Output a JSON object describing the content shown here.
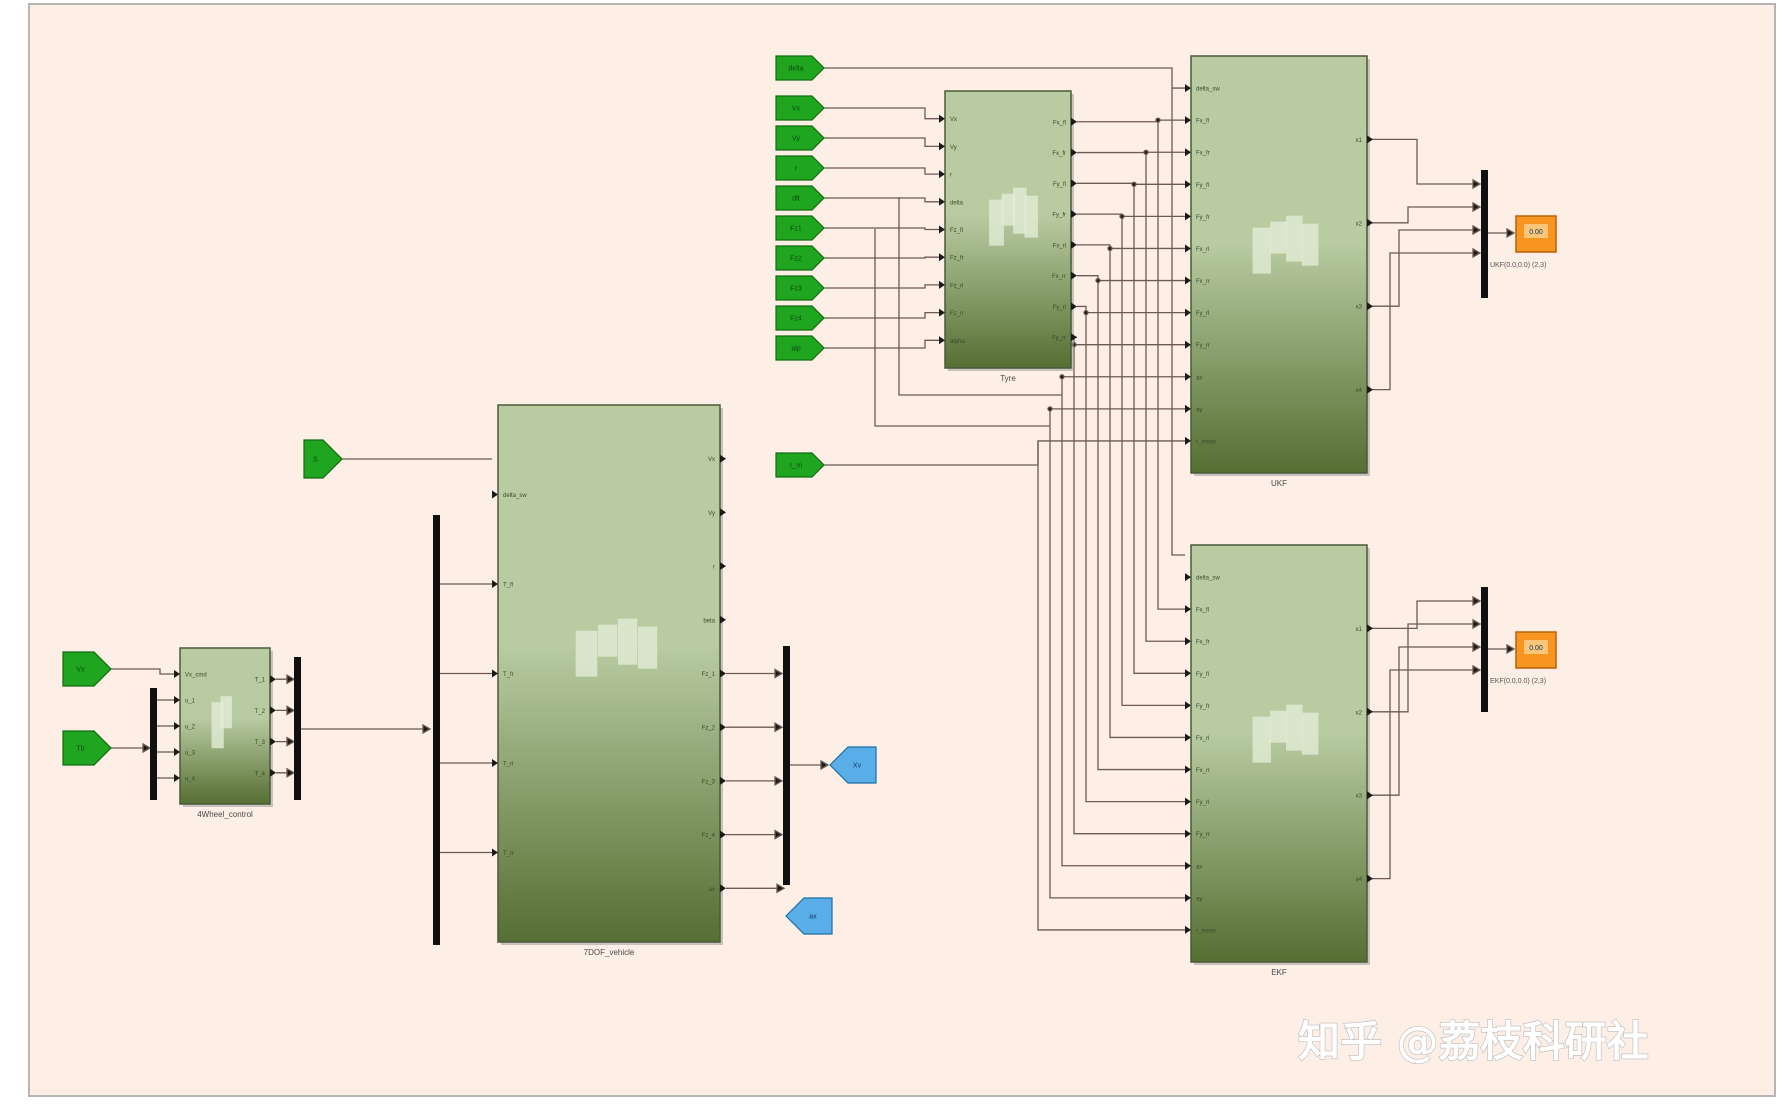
{
  "diagram": {
    "colors": {
      "background": "#fdeee6",
      "frame": "#b5b5b5",
      "wire": "#6d5a52",
      "block_top": "#b8cba1",
      "block_bottom": "#566f33",
      "from_tag": "#1fa51f",
      "goto_tag": "#5aaee8",
      "display": "#f79520",
      "bus": "#101010"
    },
    "watermark": "知乎 @荔枝科研社",
    "blocks": {
      "ctrl": {
        "name": "4Wheel_control",
        "inputs": [
          "Vx_cmd",
          "u_1",
          "u_2",
          "u_3",
          "u_4"
        ],
        "outputs": [
          "T_1",
          "T_2",
          "T_3",
          "T_4"
        ]
      },
      "veh": {
        "name": "7DOF_vehicle",
        "inputs": [
          "delta_sw",
          "T_fl",
          "T_fr",
          "T_rl",
          "T_rr"
        ],
        "outputs": [
          "Vx",
          "Vy",
          "r",
          "beta",
          "Fz_1",
          "Fz_2",
          "Fz_3",
          "Fz_4",
          "ax"
        ]
      },
      "tyre": {
        "name": "Tyre",
        "inputs": [
          "Vx",
          "Vy",
          "r",
          "delta",
          "Fz_fl",
          "Fz_fr",
          "Fz_rl",
          "Fz_rr",
          "alpha"
        ],
        "outputs": [
          "Fx_fl",
          "Fx_fr",
          "Fy_fl",
          "Fy_fr",
          "Fx_rl",
          "Fx_rr",
          "Fy_rl",
          "Fy_rr"
        ]
      },
      "ukf": {
        "name": "UKF",
        "inputs": [
          "delta_sw",
          "Fx_fl",
          "Fx_fr",
          "Fy_fl",
          "Fy_fr",
          "Fx_rl",
          "Fx_rr",
          "Fy_rl",
          "Fy_rr",
          "ax",
          "ay",
          "r_meas"
        ],
        "outputs": [
          "x1",
          "x2",
          "x3",
          "x4"
        ]
      },
      "ekf": {
        "name": "EKF",
        "inputs": [
          "delta_sw",
          "Fx_fl",
          "Fx_fr",
          "Fy_fl",
          "Fy_fr",
          "Fx_rl",
          "Fx_rr",
          "Fy_rl",
          "Fy_rr",
          "ax",
          "ay",
          "r_meas"
        ],
        "outputs": [
          "x1",
          "x2",
          "x3",
          "x4"
        ]
      }
    },
    "from_tags": {
      "left": [
        "Vx",
        "Tb"
      ],
      "steer": "S",
      "tyre_top": "delta",
      "tyre": [
        "Vx",
        "Vy",
        "r",
        "dlt",
        "Fz1",
        "Fz2",
        "Fz3",
        "Fz4",
        "alp"
      ],
      "ukf_bottom": "r_m"
    },
    "goto_tags": [
      "Xv",
      "ax"
    ],
    "displays": [
      {
        "label": "0.00",
        "caption": "UKF(0.0,0.0) (2,3)"
      },
      {
        "label": "0.00",
        "caption": "EKF(0.0,0.0) (2,3)"
      }
    ]
  }
}
